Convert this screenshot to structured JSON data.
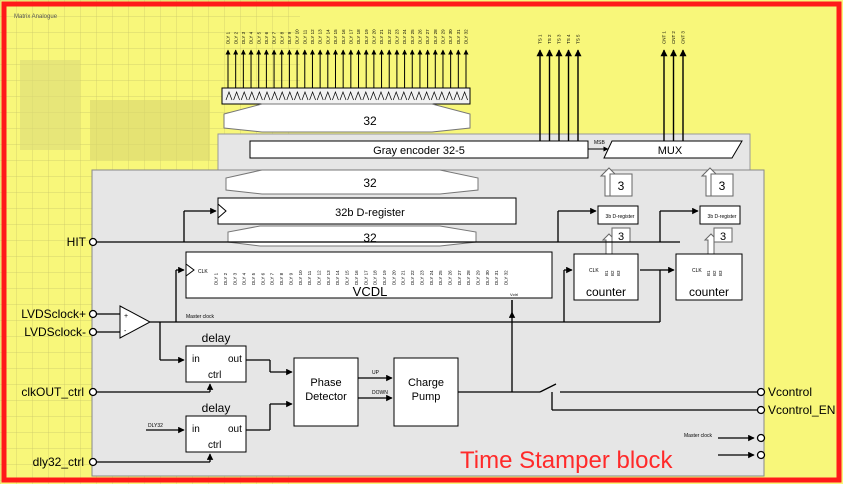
{
  "colors": {
    "frame": "#ff1a1a",
    "background": "#f8f77a",
    "layout_grid": "#c9c76a",
    "panel": "#e6e6e6",
    "wire": "#000000",
    "title": "#ff2a2a"
  },
  "chip_label": "Matrix Analogue",
  "inputs": {
    "hit": "HIT",
    "lvds_plus": "LVDSclock+",
    "lvds_minus": "LVDSclock-",
    "clkout_ctrl": "clkOUT_ctrl",
    "dly32_ctrl": "dly32_ctrl"
  },
  "outputs": {
    "vcontrol": "Vcontrol",
    "vcontrol_en": "Vcontrol_EN",
    "master_clock": "Master clock"
  },
  "dly_labels": [
    "DLY 1",
    "DLY 2",
    "DLY 3",
    "DLY 4",
    "DLY 5",
    "DLY 6",
    "DLY 7",
    "DLY 8",
    "DLY 9",
    "DLY 10",
    "DLY 11",
    "DLY 12",
    "DLY 13",
    "DLY 14",
    "DLY 15",
    "DLY 16",
    "DLY 17",
    "DLY 18",
    "DLY 19",
    "DLY 20",
    "DLY 21",
    "DLY 22",
    "DLY 23",
    "DLY 24",
    "DLY 25",
    "DLY 26",
    "DLY 27",
    "DLY 28",
    "DLY 29",
    "DLY 30",
    "DLY 31",
    "DLY 32"
  ],
  "ts_labels": [
    "TS 1",
    "TS 2",
    "TS 3",
    "TS 4",
    "TS 5"
  ],
  "cnt_labels": [
    "CNT 1",
    "CNT 2",
    "CNT 3"
  ],
  "blocks": {
    "bus32_top": "32",
    "gray_encoder": "Gray encoder 32-5",
    "msb": "MSB",
    "mux": "MUX",
    "bus32_mid": "32",
    "dreg": "32b D-register",
    "bus32_low": "32",
    "vcdl": "VCDL",
    "clk": "CLK",
    "master_clock_small": "Master clock",
    "vctrl_small": "Vctrl",
    "bus3_a": "3",
    "bus3_b": "3",
    "bus3_c": "3",
    "bus3_d": "3",
    "dreg3": "3b D-register",
    "counter": "counter",
    "cnt_bits": [
      "B1",
      "B2",
      "B3"
    ],
    "delay": "delay",
    "in": "in",
    "out": "out",
    "ctrl": "ctrl",
    "phase_detector": [
      "Phase",
      "Detector"
    ],
    "up": "UP",
    "down": "DOWN",
    "charge_pump": [
      "Charge",
      "Pump"
    ],
    "dly32": "DLY32"
  },
  "title": "Time Stamper block"
}
